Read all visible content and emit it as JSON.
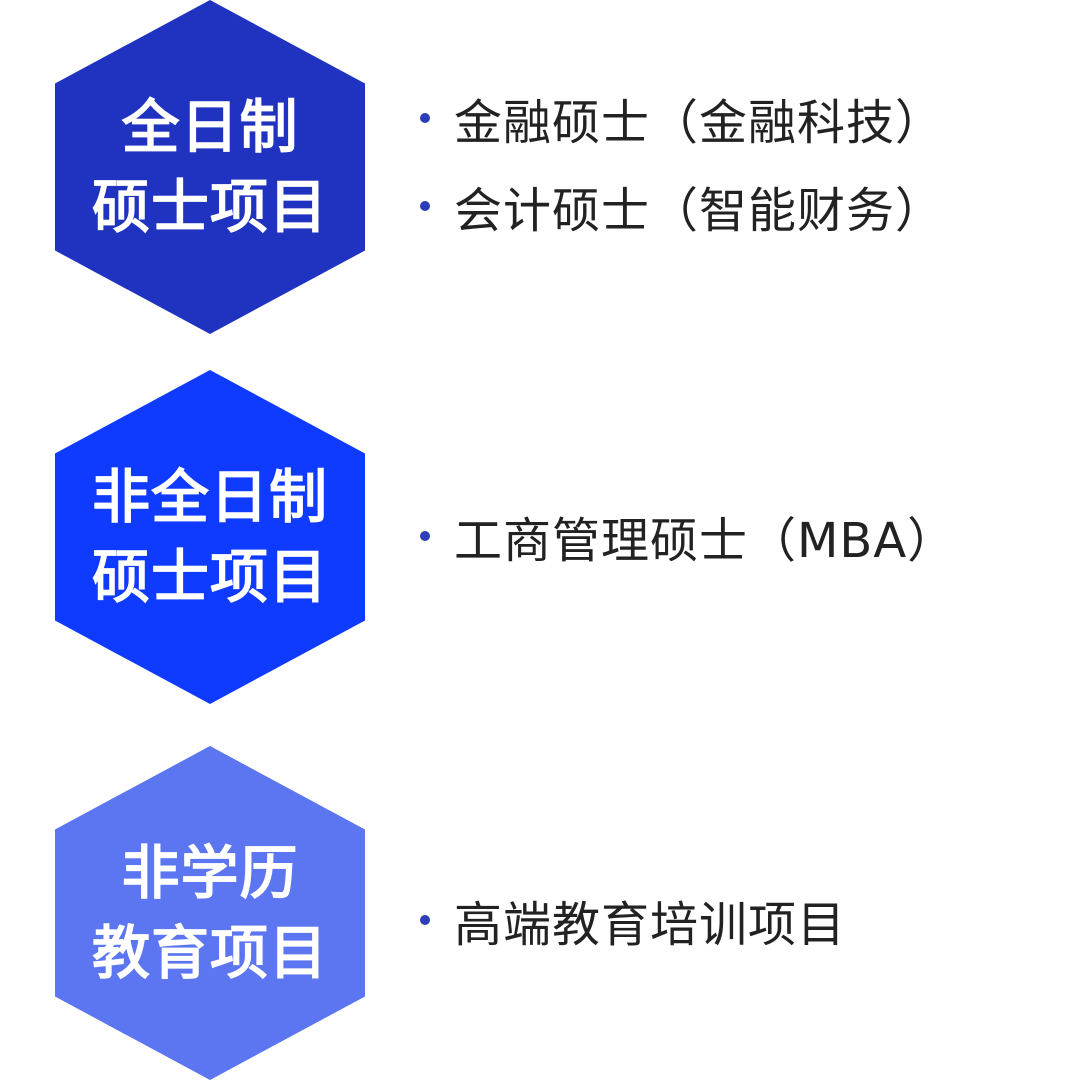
{
  "colors": {
    "background": "#ffffff",
    "bullet": "#2a3fb8",
    "item_text": "#222222",
    "hex_text": "#ffffff"
  },
  "programs": [
    {
      "hex_color": "#1f33c0",
      "hex_lines": [
        "全日制",
        "硕士项目"
      ],
      "items": [
        "金融硕士（金融科技）",
        "会计硕士（智能财务）"
      ]
    },
    {
      "hex_color": "#0f3aff",
      "hex_lines": [
        "非全日制",
        "硕士项目"
      ],
      "items": [
        "工商管理硕士（MBA）"
      ]
    },
    {
      "hex_color": "#5b76f0",
      "hex_lines": [
        "非学历",
        "教育项目"
      ],
      "items": [
        "高端教育培训项目"
      ]
    }
  ]
}
